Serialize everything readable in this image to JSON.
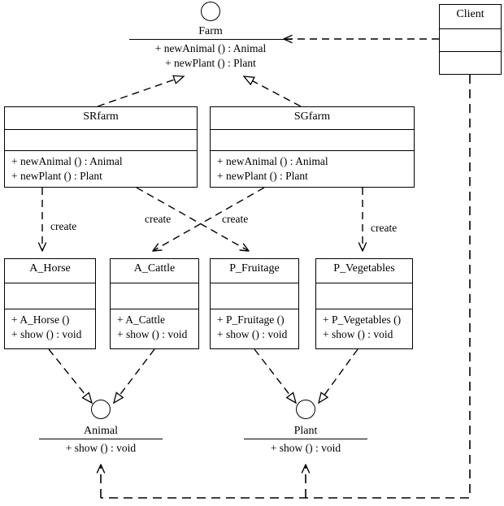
{
  "diagram": {
    "title": "Abstract Factory UML class diagram",
    "type": "uml-class-diagram",
    "colors": {
      "stroke": "#000000",
      "background": "#ffffff"
    }
  },
  "interfaces": {
    "farm": {
      "name": "Farm",
      "operations": [
        "+ newAnimal () : Animal",
        "+ newPlant () : Plant"
      ]
    },
    "animal": {
      "name": "Animal",
      "operations": [
        "+ show () : void"
      ]
    },
    "plant": {
      "name": "Plant",
      "operations": [
        "+ show () : void"
      ]
    }
  },
  "classes": {
    "client": {
      "name": "Client",
      "attributes": [],
      "operations": []
    },
    "srfarm": {
      "name": "SRfarm",
      "attributes": [],
      "operations": [
        "+ newAnimal () : Animal",
        "+ newPlant () : Plant"
      ]
    },
    "sgfarm": {
      "name": "SGfarm",
      "attributes": [],
      "operations": [
        "+ newAnimal () : Animal",
        "+ newPlant () : Plant"
      ]
    },
    "a_horse": {
      "name": "A_Horse",
      "attributes": [],
      "operations": [
        "+ A_Horse ()",
        "+ show () : void"
      ]
    },
    "a_cattle": {
      "name": "A_Cattle",
      "attributes": [],
      "operations": [
        "+ A_Cattle",
        "+ show () : void"
      ]
    },
    "p_fruitage": {
      "name": "P_Fruitage",
      "attributes": [],
      "operations": [
        "+ P_Fruitage ()",
        "+ show () : void"
      ]
    },
    "p_vegetables": {
      "name": "P_Vegetables",
      "attributes": [],
      "operations": [
        "+ P_Vegetables ()",
        "+ show () : void"
      ]
    }
  },
  "edge_labels": {
    "create_1": "create",
    "create_2": "create",
    "create_3": "create",
    "create_4": "create"
  },
  "relationships": [
    {
      "from": "Client",
      "to": "Farm",
      "kind": "dependency",
      "label": ""
    },
    {
      "from": "SRfarm",
      "to": "Farm",
      "kind": "realization",
      "label": ""
    },
    {
      "from": "SGfarm",
      "to": "Farm",
      "kind": "realization",
      "label": ""
    },
    {
      "from": "SRfarm",
      "to": "A_Horse",
      "kind": "dependency",
      "label": "create"
    },
    {
      "from": "SRfarm",
      "to": "P_Fruitage",
      "kind": "dependency",
      "label": "create"
    },
    {
      "from": "SGfarm",
      "to": "A_Cattle",
      "kind": "dependency",
      "label": "create"
    },
    {
      "from": "SGfarm",
      "to": "P_Vegetables",
      "kind": "dependency",
      "label": "create"
    },
    {
      "from": "A_Horse",
      "to": "Animal",
      "kind": "realization",
      "label": ""
    },
    {
      "from": "A_Cattle",
      "to": "Animal",
      "kind": "realization",
      "label": ""
    },
    {
      "from": "P_Fruitage",
      "to": "Plant",
      "kind": "realization",
      "label": ""
    },
    {
      "from": "P_Vegetables",
      "to": "Plant",
      "kind": "realization",
      "label": ""
    },
    {
      "from": "Client",
      "to": "Animal",
      "kind": "dependency",
      "label": ""
    },
    {
      "from": "Client",
      "to": "Plant",
      "kind": "dependency",
      "label": ""
    }
  ]
}
